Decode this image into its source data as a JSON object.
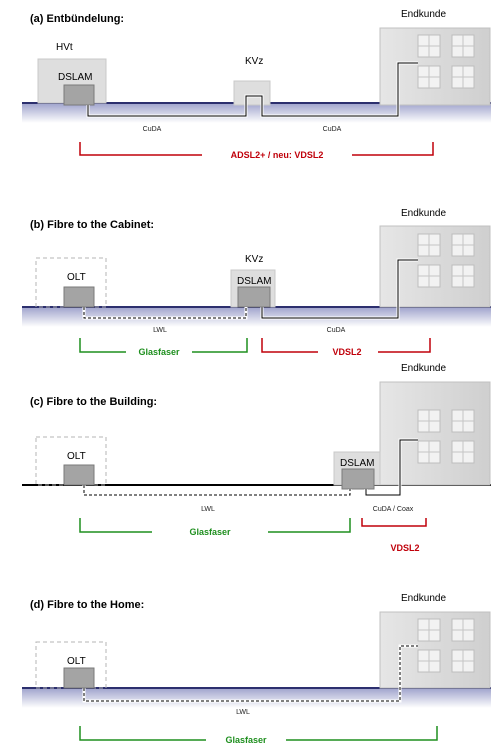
{
  "colors": {
    "ground_top": "#2c2f6e",
    "ground_fill": "#c9cbe3",
    "building": "#dcdcdc",
    "box": "#a0a0a0",
    "red": "#c0000a",
    "green": "#1f8f1f"
  },
  "panels": [
    {
      "title": "(a) Entbündelung:",
      "hvt": "HVt",
      "central_box": "DSLAM",
      "kvz": "KVz",
      "endkunde": "Endkunde",
      "cable_1": "CuDA",
      "cable_2": "CuDA",
      "red_label": "ADSL2+ / neu: VDSL2"
    },
    {
      "title": "(b) Fibre to the Cabinet:",
      "central_box": "OLT",
      "kvz": "KVz",
      "kvz_box": "DSLAM",
      "endkunde": "Endkunde",
      "cable_1": "LWL",
      "cable_2": "CuDA",
      "green_label": "Glasfaser",
      "red_label": "VDSL2"
    },
    {
      "title": "(c) Fibre to the Building:",
      "central_box": "OLT",
      "building_box": "DSLAM",
      "endkunde": "Endkunde",
      "cable_1": "LWL",
      "cable_2": "CuDA / Coax",
      "green_label": "Glasfaser",
      "red_label": "VDSL2"
    },
    {
      "title": "(d) Fibre to the Home:",
      "central_box": "OLT",
      "endkunde": "Endkunde",
      "cable_1": "LWL",
      "green_label": "Glasfaser"
    }
  ]
}
